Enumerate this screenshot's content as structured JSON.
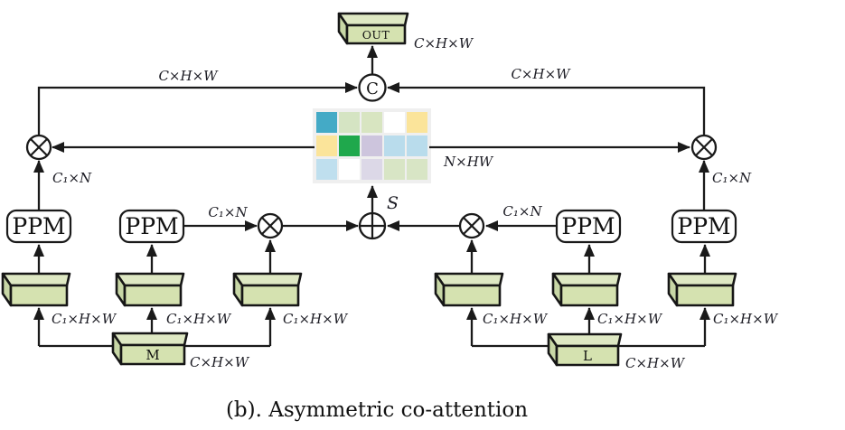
{
  "caption": "(b). Asymmetric co-attention",
  "blocks": {
    "out": "OUT",
    "m": "M",
    "l": "L",
    "ppm": "PPM",
    "concat": "C"
  },
  "dims": {
    "chw": "C×H×W",
    "c1n": "C₁×N",
    "c1hw": "C₁×H×W",
    "nhw": "N×HW",
    "s": "S"
  },
  "icons": {
    "multiply": "circle-multiply-icon",
    "add": "circle-plus-icon",
    "concat": "circle-c-icon"
  },
  "colors": {
    "line": "#1a1a1a",
    "label": "#1c1c24",
    "slab_front": "#d5e2b0",
    "slab_top": "#dee8c3",
    "slab_side": "#c8d7a6",
    "node_fill": "#ffffff",
    "matrix_bg": "#efefef"
  },
  "matrix": {
    "rows": 3,
    "cols": 5,
    "cell_colors": [
      "#44aac6",
      "#d5e4c3",
      "#d8e5c1",
      "#ffffff",
      "#fbe49a",
      "#fbe49a",
      "#1fa84c",
      "#cdc5dd",
      "#b9dcec",
      "#b9dcec",
      "#bfdfee",
      "#ffffff",
      "#dcd8e7",
      "#d8e5c5",
      "#d8e5c5"
    ]
  }
}
